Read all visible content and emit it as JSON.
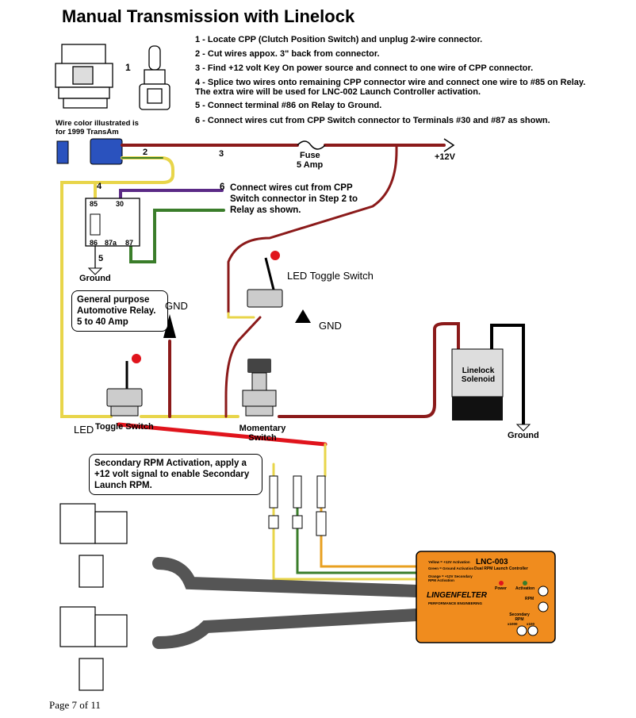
{
  "title": "Manual Transmission with Linelock",
  "steps": [
    "1 - Locate CPP (Clutch Position Switch) and unplug 2-wire connector.",
    "2 - Cut wires appox. 3\" back from connector.",
    "3 - Find +12 volt Key On power source and connect to one wire of CPP connector.",
    "4 - Splice two wires onto remaining CPP connector wire and connect one wire to #85 on Relay.",
    "The extra wire will be used for LNC-002 Launch Controller activation.",
    "5 - Connect terminal #86 on Relay to Ground.",
    "6 - Connect wires cut from CPP Switch connector to Terminals #30 and #87 as shown."
  ],
  "labels": {
    "cpp_num": "1",
    "wire_color_note": "Wire color illustrated is for 1999 TransAm",
    "wire2": "2",
    "wire3": "3",
    "wire4": "4",
    "wire5": "5",
    "fuse": "Fuse",
    "fuse_amp": "5 Amp",
    "plus12": "+12V",
    "relay_85": "85",
    "relay_30": "30",
    "relay_86": "86",
    "relay_87a": "87a",
    "relay_87": "87",
    "ground1": "Ground",
    "gnd_top": "GND",
    "gnd_mid": "GND",
    "led_toggle_top": "LED Toggle Switch",
    "led_toggle_bottom_a": "LED",
    "led_toggle_bottom_b": "Toggle Switch",
    "momentary": "Momentary Switch",
    "linelock": "Linelock Solenoid",
    "ground2": "Ground"
  },
  "callouts": {
    "step6_num": "6",
    "step6_text": "Connect wires cut from CPP Switch connector in Step 2 to Relay as shown.",
    "relay_box": "General purpose Automotive Relay. 5 to 40 Amp",
    "secondary_box": "Secondary RPM Activation, apply a +12 volt signal to enable Secondary Launch RPM."
  },
  "controller": {
    "model": "LNC-003",
    "subtitle": "Dual RPM Launch Controller",
    "legend1": "Yellow = +12V Activation",
    "legend2": "Green = Ground Activation",
    "legend3": "Orange = +12V Secondary RPM Activation",
    "brand": "LINGENFELTER",
    "brand_sub": "PERFORMANCE ENGINEERING",
    "power": "Power",
    "activation": "Activation",
    "rpm": "RPM",
    "secondary_rpm": "Secondary RPM",
    "x100": "x100",
    "x1000": "x1000"
  },
  "footer": "Page 7 of 11",
  "colors": {
    "red_wire": "#8b1a1a",
    "yellow_wire": "#e8d54a",
    "green_wire": "#3a7d2a",
    "purple_wire": "#5b2a86",
    "red_line": "#e0141c",
    "controller": "#f08c1e"
  }
}
